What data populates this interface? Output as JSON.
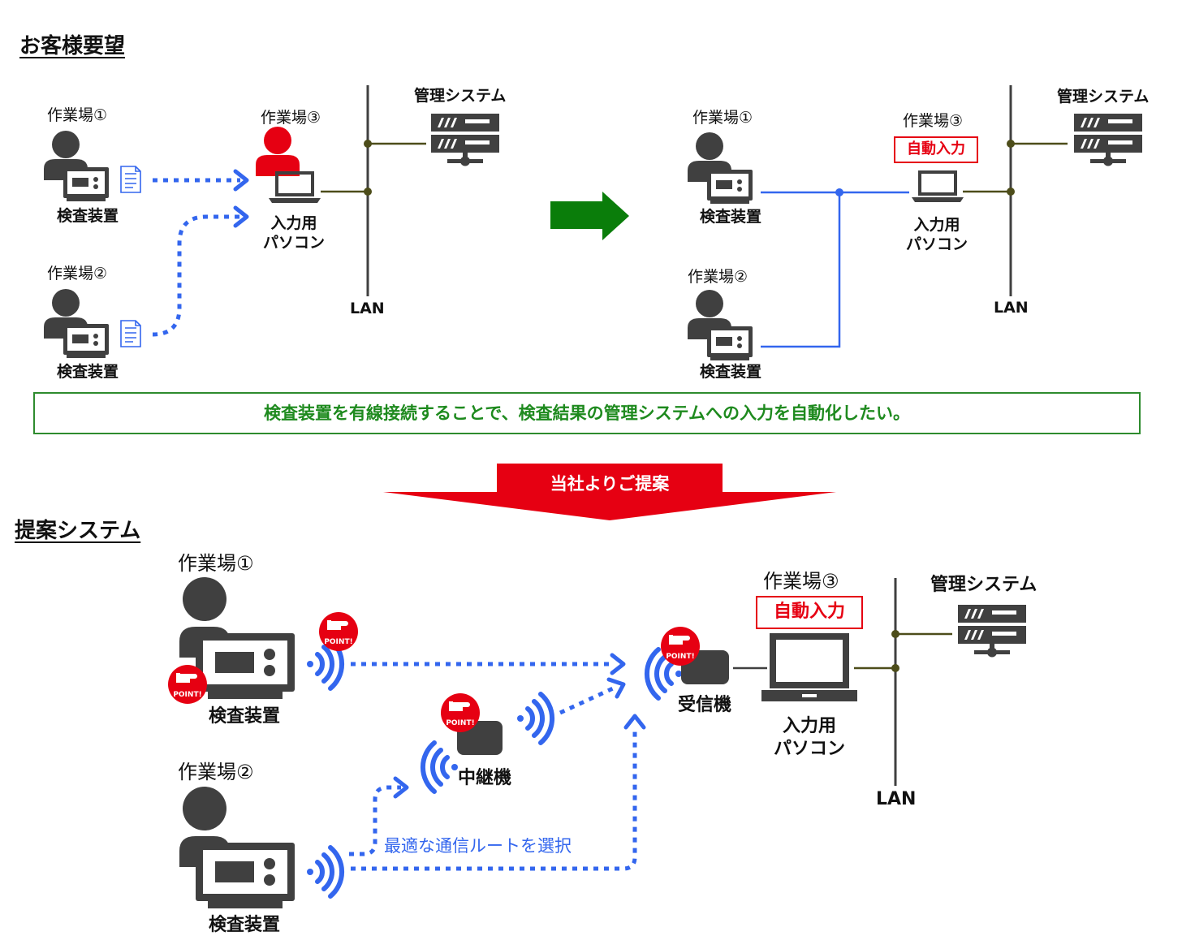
{
  "top": {
    "heading": "お客様要望",
    "current": {
      "site1": "作業場①",
      "site2": "作業場②",
      "site3": "作業場③",
      "device1": "検査装置",
      "device2": "検査装置",
      "pc_line1": "入力用",
      "pc_line2": "パソコン",
      "system": "管理システム",
      "lan": "LAN"
    },
    "desired": {
      "site1": "作業場①",
      "site2": "作業場②",
      "site3": "作業場③",
      "device1": "検査装置",
      "device2": "検査装置",
      "auto_input": "自動入力",
      "pc_line1": "入力用",
      "pc_line2": "パソコン",
      "system": "管理システム",
      "lan": "LAN"
    },
    "request": "検査装置を有線接続することで、検査結果の管理システムへの入力を自動化したい。"
  },
  "proposal_banner": "当社よりご提案",
  "bottom": {
    "heading": "提案システム",
    "site1": "作業場①",
    "site2": "作業場②",
    "site3": "作業場③",
    "device1": "検査装置",
    "device2": "検査装置",
    "repeater": "中継機",
    "receiver": "受信機",
    "route": "最適な通信ルートを選択",
    "auto_input": "自動入力",
    "pc_line1": "入力用",
    "pc_line2": "パソコン",
    "system": "管理システム",
    "lan": "LAN",
    "point": "POINT!"
  },
  "colors": {
    "blue": "#3366ee",
    "red": "#e60012",
    "green": "#2e8b2e",
    "arrow_green": "#0a7d0a",
    "gray": "#404040",
    "lan_line": "#4d4d1a"
  }
}
